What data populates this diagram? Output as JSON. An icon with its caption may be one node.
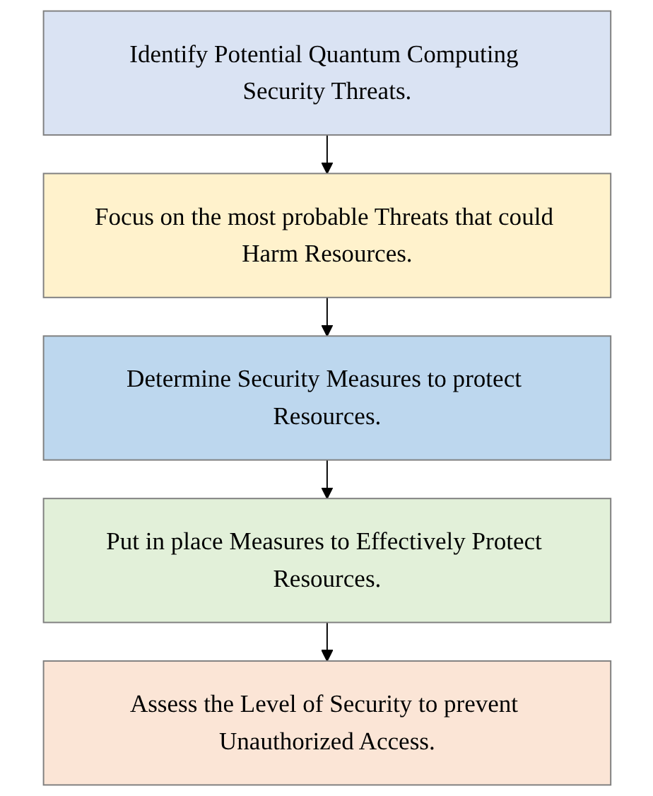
{
  "diagram": {
    "nodes": [
      {
        "text": [
          "Identify Potential Quantum Computing Security Threats."
        ]
      },
      {
        "text": [
          "Focus on the most probable Threats that could Harm Resources."
        ]
      },
      {
        "text": [
          "Determine Security Measures to protect Resources."
        ]
      },
      {
        "text": [
          "Put in place Measures to Effectively Protect Resources."
        ]
      },
      {
        "text": [
          "Assess the Level of Security to prevent Unauthorized Access."
        ]
      }
    ],
    "edges": [
      {
        "from": 0,
        "to": 1,
        "arrow": "to"
      },
      {
        "from": 1,
        "to": 2,
        "arrow": "to"
      },
      {
        "from": 2,
        "to": 3,
        "arrow": "to"
      },
      {
        "from": 3,
        "to": 4,
        "arrow": "to"
      }
    ]
  }
}
